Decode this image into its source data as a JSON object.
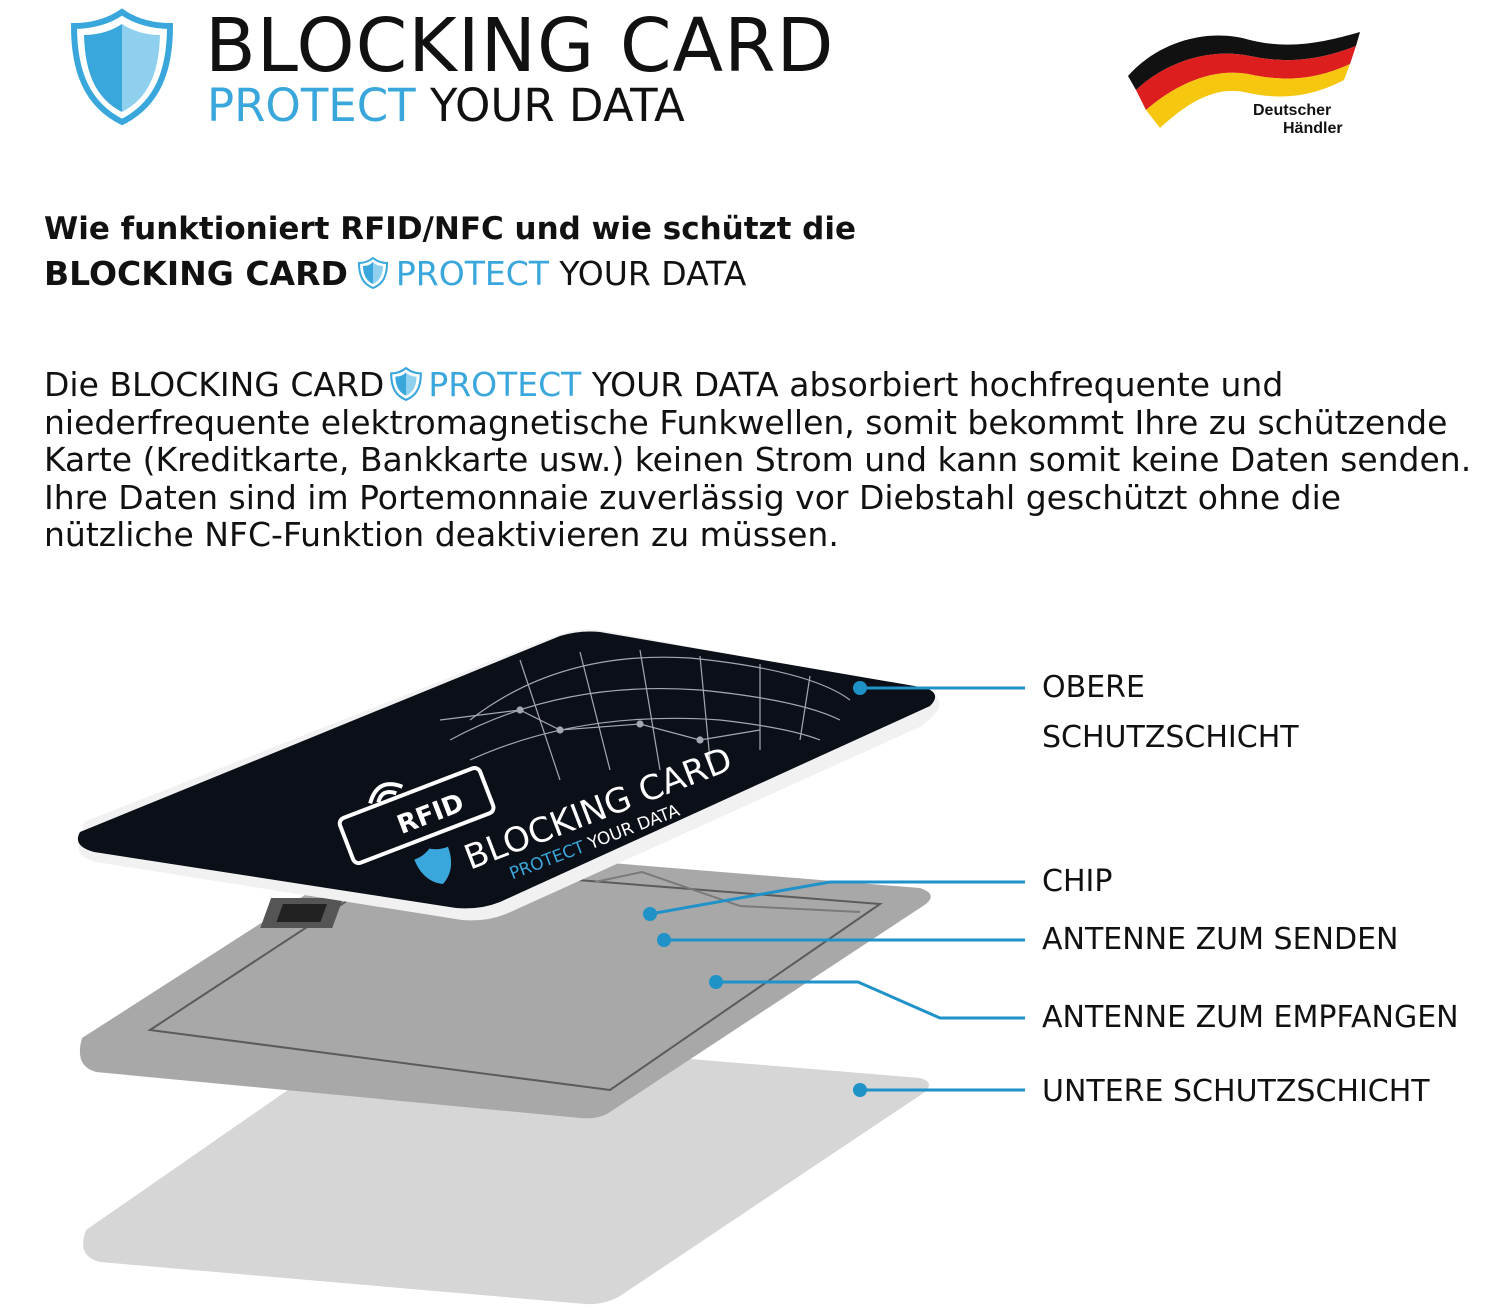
{
  "header": {
    "title": "BLOCKING CARD",
    "subtitle_accent": "PROTECT",
    "subtitle_rest": " YOUR DATA",
    "badge_line1": "Deutscher",
    "badge_line2": "Händler",
    "brand_color": "#3aa7dc",
    "logo_icon": "shield-icon"
  },
  "heading": {
    "line1": "Wie funktioniert RFID/NFC und wie schützt die",
    "brand": "BLOCKING CARD",
    "accent": "PROTECT",
    "rest": " YOUR DATA"
  },
  "paragraph": {
    "lead": "Die BLOCKING CARD",
    "accent": "PROTECT",
    "rest": " YOUR DATA absorbiert hochfrequente und niederfrequente elektromagnetische Funkwellen, somit bekommt Ihre zu schützende Karte (Kreditkarte, Bankkarte usw.) keinen Strom und kann somit keine Daten senden. Ihre Daten sind im Portemonnaie zuverlässig vor Diebstahl geschützt ohne die nützliche NFC-Funktion deaktivieren zu müssen."
  },
  "card": {
    "rfid_label": "RFID",
    "title": "BLOCKING CARD",
    "subtitle_accent": "PROTECT",
    "subtitle_rest": " YOUR DATA"
  },
  "labels": {
    "top_layer_1": "OBERE",
    "top_layer_2": "SCHUTZSCHICHT",
    "chip": "CHIP",
    "antenna_send": "ANTENNE ZUM SENDEN",
    "antenna_receive": "ANTENNE ZUM EMPFANGEN",
    "bottom_layer": "UNTERE SCHUTZSCHICHT"
  },
  "colors": {
    "accent": "#3aa7dc",
    "card_dark": "#0b0f17",
    "layer_mid": "#a8a8a8",
    "layer_bottom": "#d4d4d4",
    "flag_black": "#111111",
    "flag_red": "#dd1e1e",
    "flag_gold": "#f6c70f"
  }
}
